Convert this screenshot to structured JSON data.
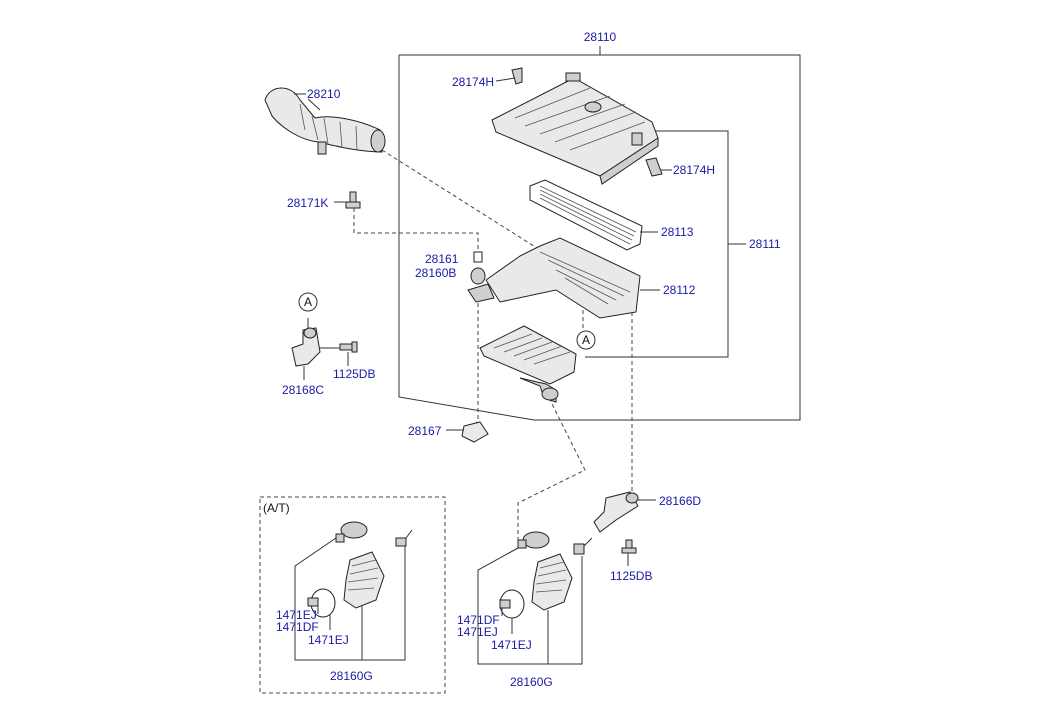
{
  "labels": {
    "p28110": "28110",
    "p28174H_top": "28174H",
    "p28174H_right": "28174H",
    "p28210": "28210",
    "p28171K": "28171K",
    "p28113": "28113",
    "p28111": "28111",
    "p28161": "28161",
    "p28160B": "28160B",
    "p28112": "28112",
    "p1125DB_left": "1125DB",
    "p28168C": "28168C",
    "p28167": "28167",
    "p28166D": "28166D",
    "p1125DB_right": "1125DB",
    "at_title": "(A/T)",
    "at_1471EJ_a": "1471EJ",
    "at_1471DF": "1471DF",
    "at_1471EJ_b": "1471EJ",
    "at_28160G": "28160G",
    "mt_1471DF": "1471DF",
    "mt_1471EJ_a": "1471EJ",
    "mt_1471EJ_b": "1471EJ",
    "mt_28160G": "28160G",
    "ref_a_left": "A",
    "ref_a_center": "A"
  },
  "colors": {
    "label": "#1a1aa6",
    "line": "#333333",
    "part_fill": "#e9e9e9"
  }
}
